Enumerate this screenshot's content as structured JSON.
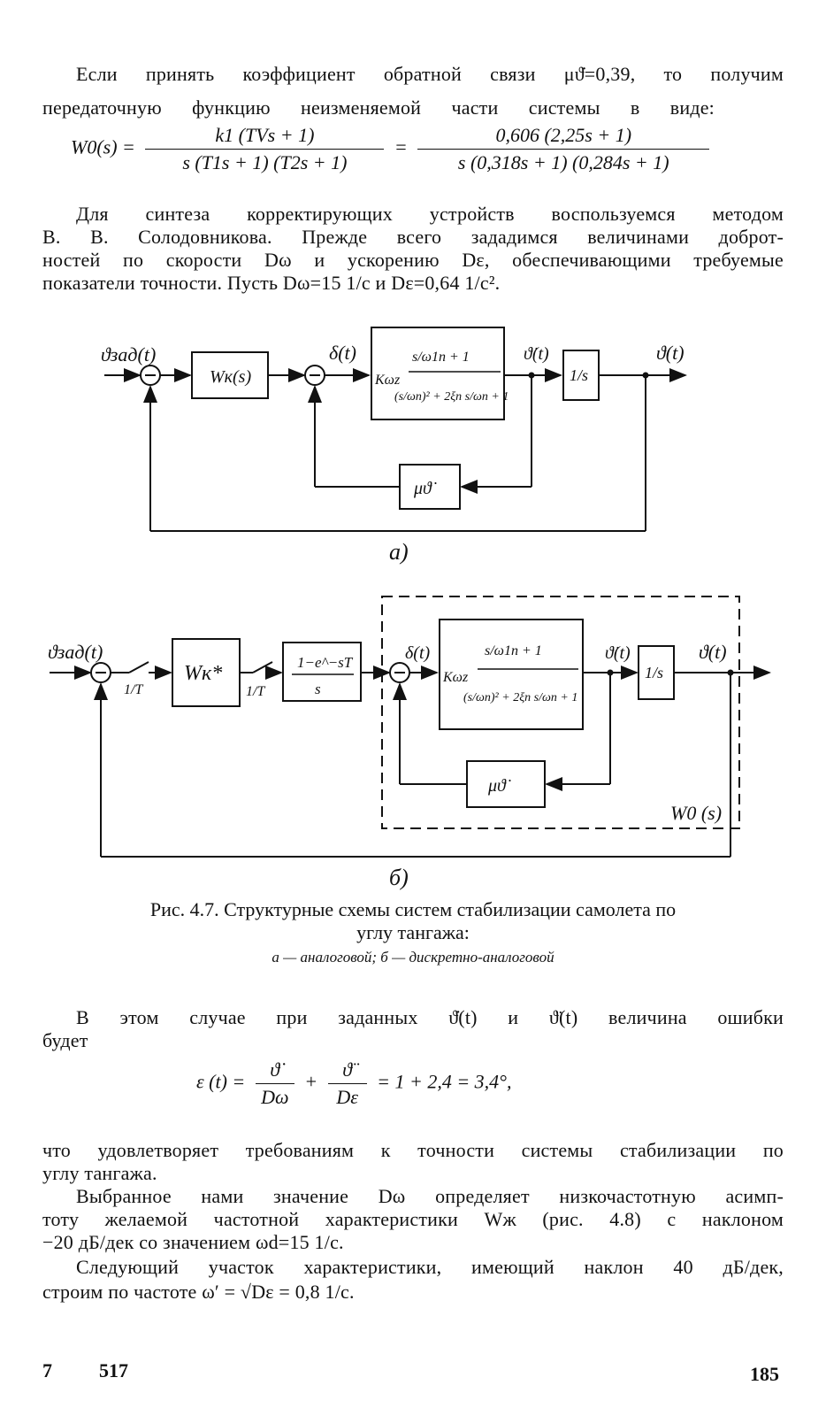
{
  "paragraph1": {
    "line1": "Если принять коэффициент обратной связи μϑ̇=0,39, то получим",
    "line2": "передаточную функцию неизменяемой части системы в виде:"
  },
  "formula1": {
    "lhs": "W0(s) =",
    "num1": "k1 (TVs + 1)",
    "den1": "s (T1s + 1) (T2s + 1)",
    "eq": "=",
    "num2": "0,606 (2,25s + 1)",
    "den2": "s (0,318s + 1) (0,284s + 1)"
  },
  "paragraph2": {
    "line1": "Для синтеза корректирующих устройств воспользуемся методом",
    "line2": "В. В. Солодовникова. Прежде всего зададимся величинами доброт-",
    "line3": "ностей по скорости Dω и ускорению Dε, обеспечивающими требуемые",
    "line4": "показатели точности. Пусть Dω=15 1/с и Dε=0,64 1/с²."
  },
  "diagram_a": {
    "input": "ϑзад(t)",
    "wk": "Wк(s)",
    "delta": "δ(t)",
    "k": "Kωz",
    "tf_num": "s/ω1п + 1",
    "tf_den": "(s/ωп)² + 2ξп s/ωп + 1",
    "rate": "ϑ̇(t)",
    "integrator": "1/s",
    "output": "ϑ(t)",
    "fb": "μϑ̇",
    "label": "a)"
  },
  "diagram_b": {
    "input": "ϑзад(t)",
    "sampler1": "1/T",
    "wk": "Wк*",
    "sampler2": "1/T",
    "hold_num": "1−e^−sT",
    "hold_den": "s",
    "delta": "δ(t)",
    "k": "Kωz",
    "rate": "ϑ̇(t)",
    "integrator": "1/s",
    "output": "ϑ(t)",
    "fb": "μϑ̇",
    "w0": "W0 (s)",
    "label": "б)"
  },
  "caption": {
    "line1": "Рис. 4.7. Структурные схемы систем стабилизации самолета по",
    "line2": "углу тангажа:",
    "legend": "а — аналоговой; б — дискретно-аналоговой"
  },
  "paragraph3": {
    "line1": "В этом случае при заданных ϑ̇(t) и ϑ̈(t) величина ошибки",
    "line2": "будет"
  },
  "formula2": {
    "lhs": "ε (t) =",
    "num1": "ϑ̇",
    "den1": "Dω",
    "plus": "+",
    "num2": "ϑ̈",
    "den2": "Dε",
    "rhs": "= 1 + 2,4 = 3,4°,"
  },
  "paragraph4": {
    "line1": "что удовлетворяет требованиям к точности системы стабилизации по",
    "line2": "углу тангажа.",
    "line3": "Выбранное нами значение Dω определяет низкочастотную асимп-",
    "line4": "тоту желаемой частотной характеристики Wж (рис. 4.8) с наклоном",
    "line5": "−20 дБ/дек со значением ωd=15 1/с.",
    "line6": "Следующий участок характеристики, имеющий наклон 40 дБ/дек,",
    "line7": "строим по частоте ω′ = √Dε = 0,8 1/с."
  },
  "footer": {
    "left1": "7",
    "left2": "517",
    "page": "185"
  }
}
